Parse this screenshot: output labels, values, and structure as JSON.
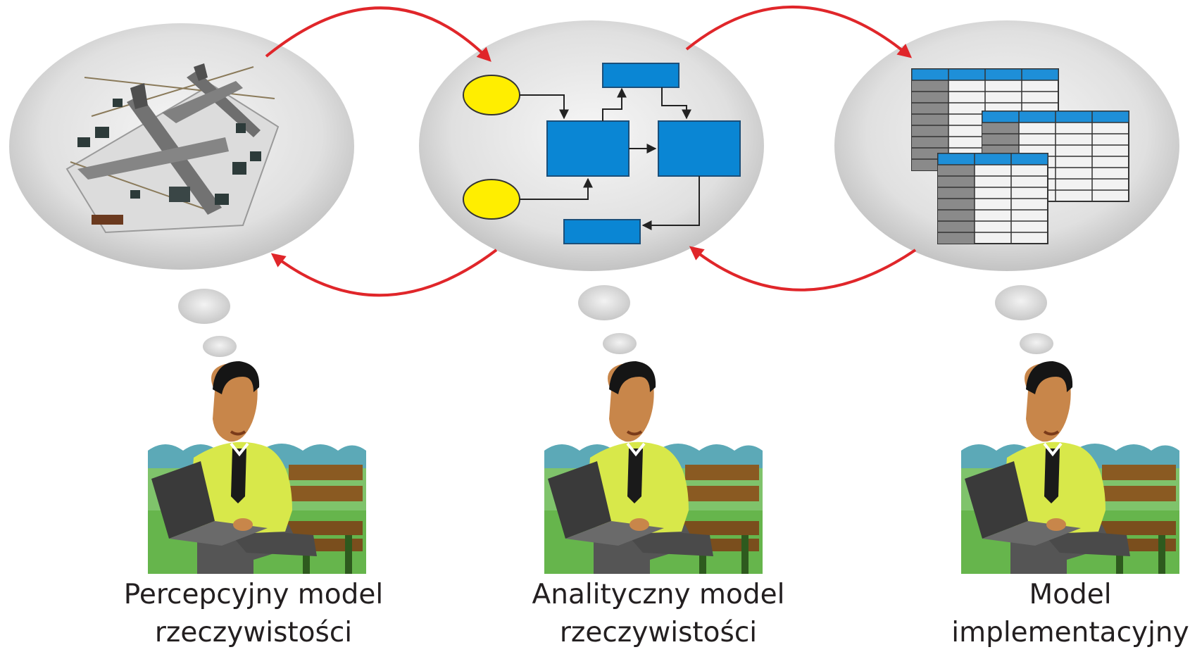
{
  "colors": {
    "arrow": "#e0262a",
    "bubble_center": "#f6f6f6",
    "bubble_edge": "#bdbdbd",
    "flow_box": "#0a86d4",
    "flow_oval": "#ffee00",
    "table_header": "#1e8fd8",
    "shirt": "#d8e84a",
    "tie": "#1a1a1a",
    "bench": "#8a5a22",
    "caption_text": "#231f20"
  },
  "stages": [
    {
      "id": "perceptual",
      "thought_icon": "airport-airplanes-icon",
      "caption_line1": "Percepcyjny model",
      "caption_line2": "rzeczywistości"
    },
    {
      "id": "analytical",
      "thought_icon": "flowchart-icon",
      "caption_line1": "Analityczny model",
      "caption_line2": "rzeczywistości"
    },
    {
      "id": "implementation",
      "thought_icon": "database-tables-icon",
      "caption_line1": "Model",
      "caption_line2": "implementacyjny"
    }
  ],
  "person_icon": "man-with-laptop-on-bench-icon",
  "arrow_icons": [
    "arrow-forward-icon",
    "arrow-backward-icon"
  ]
}
